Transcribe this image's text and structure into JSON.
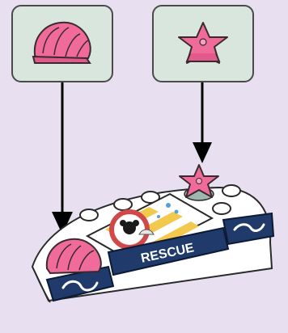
{
  "callouts": [
    {
      "part": "seashell-piece",
      "icon": "shell-icon"
    },
    {
      "part": "starfish-piece",
      "icon": "starfish-icon"
    }
  ],
  "model": {
    "sign_text": "RESCUE",
    "colors": {
      "background": "#e8e0f0",
      "callout_fill": "#d9e6dd",
      "pink": "#f06b9a",
      "navy": "#1f3a6b",
      "white": "#ffffff",
      "yellow": "#f2c94c"
    }
  }
}
